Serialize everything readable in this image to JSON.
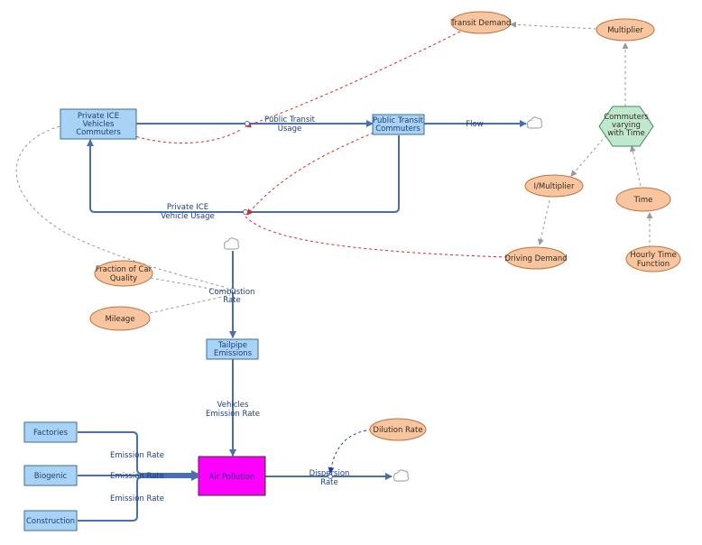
{
  "stocks": {
    "private_ice": [
      "Private ICE",
      "Vehicles",
      "Commuters"
    ],
    "public_transit": [
      "Public Transit",
      "Commuters"
    ],
    "tailpipe": [
      "Tailpipe",
      "Emissions"
    ],
    "air_pollution": "Air Pollution",
    "factories": "Factories",
    "biogenic": "Biogenic",
    "construction": "Construction"
  },
  "flows": {
    "public_transit_usage": [
      "Public Transit",
      "Usage"
    ],
    "private_ice_usage": [
      "Private ICE",
      "Vehicle Usage"
    ],
    "flow": "Flow",
    "combustion_rate": [
      "Combustion",
      "Rate"
    ],
    "vehicles_emission_rate": [
      "Vehicles",
      "Emission Rate"
    ],
    "emission_rate_1": "Emission Rate",
    "emission_rate_2": "Emission Rate",
    "emission_rate_3": "Emission Rate",
    "dispersion_rate": [
      "Dispersion",
      "Rate"
    ]
  },
  "auxiliaries": {
    "transit_demand": "Transit Demand",
    "multiplier": "Multiplier",
    "commuters_time": [
      "Commuters",
      "varying",
      "with Time"
    ],
    "i_multiplier": "I/Multiplier",
    "time": "Time",
    "driving_demand": "Driving Demand",
    "hourly_time_function": [
      "Hourly Time",
      "Function"
    ],
    "fraction_car_quality": [
      "Fraction of Car",
      "Quality"
    ],
    "mileage": "Mileage",
    "dilution_rate": "Dilution Rate"
  },
  "colors": {
    "stock_fill": "#a9d3f5",
    "stock_stroke": "#3a6e9e",
    "aux_fill": "#f7c6a0",
    "aux_stroke": "#c0713a",
    "hex_fill": "#bfe8cf",
    "hex_stroke": "#3f8a5c",
    "pollution_fill": "#ff00ff",
    "flow_stroke": "#4a6fb0",
    "link_grey": "#9a9a9a",
    "link_red": "#e0252a",
    "link_blue": "#2233cc"
  }
}
